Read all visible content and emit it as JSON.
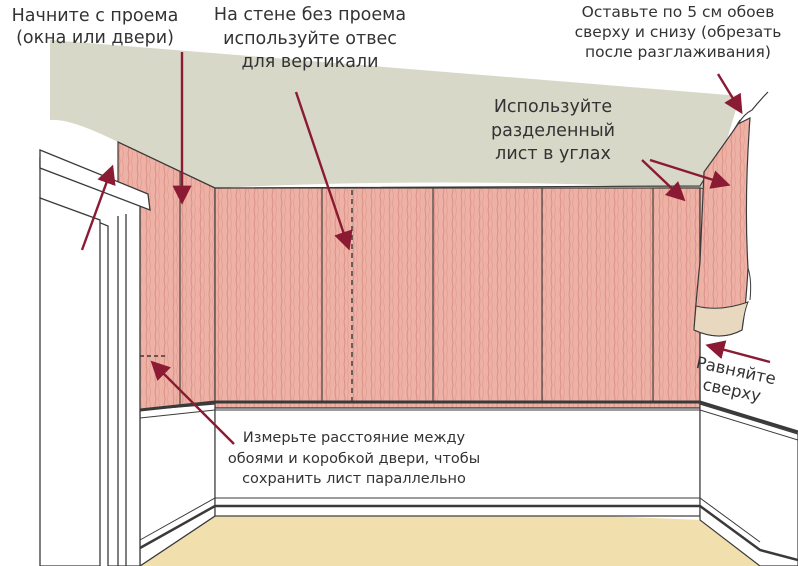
{
  "colors": {
    "wallpaper": "#eeb1a6",
    "wallpaper_stripe": "#dc9184",
    "ceiling": "#d8d8c8",
    "floor": "#f2dfae",
    "arrow": "#8b1a33",
    "outline": "#3a3a3a",
    "text": "#333333"
  },
  "labels": {
    "start_opening": [
      "Начните с проема",
      "(окна или двери)"
    ],
    "plumb_line": [
      "На стене без проема",
      "используйте отвес",
      "для вертикали"
    ],
    "leave_margin": [
      "Оставьте по 5 см обоев",
      "сверху и снизу (обрезать",
      "после разглаживания)"
    ],
    "corner_sheet": [
      "Используйте",
      "разделенный",
      "лист в углах"
    ],
    "measure_distance": [
      "Измерьте расстояние между",
      "обоями и коробкой двери, чтобы",
      "сохранить лист параллельно"
    ],
    "align_top": [
      "Равняйте",
      "сверху"
    ]
  }
}
